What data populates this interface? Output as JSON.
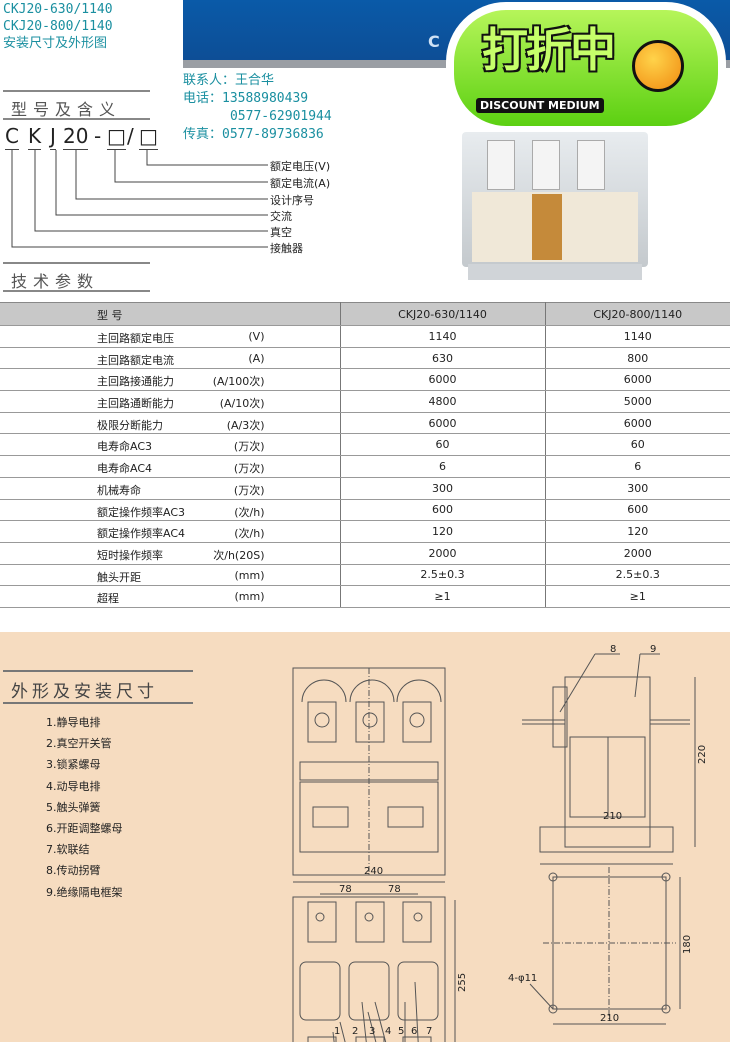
{
  "header": {
    "lines": [
      "CKJ20-630/1140",
      "CKJ20-800/1140",
      "安装尺寸及外形图"
    ],
    "banner_text": "C"
  },
  "logo": {
    "text": "打折中",
    "subtitle": "DISCOUNT MEDIUM",
    "colors": {
      "green": "#7ee622",
      "orange": "#f08a10"
    }
  },
  "contact": {
    "person": "联系人：王合华",
    "phone": "电话：13588980439",
    "phone2": "      0577-62901944",
    "fax": "传真：0577-89736836"
  },
  "model_section": {
    "title": "型号及含义",
    "code": [
      "C",
      "K",
      "J",
      "20",
      "-",
      "□",
      "/",
      "□"
    ],
    "meanings": [
      "额定电压(V)",
      "额定电流(A)",
      "设计序号",
      "交流",
      "真空",
      "接触器"
    ]
  },
  "tech_section": {
    "title": "技术参数"
  },
  "table": {
    "headers": [
      "型 号",
      "CKJ20-630/1140",
      "CKJ20-800/1140"
    ],
    "rows": [
      {
        "label": "主回路额定电压",
        "unit": "(V)",
        "v1": "1140",
        "v2": "1140"
      },
      {
        "label": "主回路额定电流",
        "unit": "(A)",
        "v1": "630",
        "v2": "800"
      },
      {
        "label": "主回路接通能力",
        "unit": "(A/100次)",
        "v1": "6000",
        "v2": "6000"
      },
      {
        "label": "主回路通断能力",
        "unit": "(A/10次)",
        "v1": "4800",
        "v2": "5000"
      },
      {
        "label": "极限分断能力",
        "unit": "(A/3次)",
        "v1": "6000",
        "v2": "6000"
      },
      {
        "label": "电寿命AC3",
        "unit": "(万次)",
        "v1": "60",
        "v2": "60"
      },
      {
        "label": "电寿命AC4",
        "unit": "(万次)",
        "v1": "6",
        "v2": "6"
      },
      {
        "label": "机械寿命",
        "unit": "(万次)",
        "v1": "300",
        "v2": "300"
      },
      {
        "label": "额定操作频率AC3",
        "unit": "(次/h)",
        "v1": "600",
        "v2": "600"
      },
      {
        "label": "额定操作频率AC4",
        "unit": "(次/h)",
        "v1": "120",
        "v2": "120"
      },
      {
        "label": "短时操作频率",
        "unit": "次/h(20S)",
        "v1": "2000",
        "v2": "2000"
      },
      {
        "label": "触头开距",
        "unit": "(mm)",
        "v1": "2.5±0.3",
        "v2": "2.5±0.3"
      },
      {
        "label": "超程",
        "unit": "(mm)",
        "v1": "≥1",
        "v2": "≥1"
      }
    ]
  },
  "dimensions": {
    "title": "外形及安装尺寸",
    "parts": [
      "1.静导电排",
      "2.真空开关管",
      "3.锁紧螺母",
      "4.动导电排",
      "5.触头弹簧",
      "6.开距调整螺母",
      "7.软联结",
      "8.传动拐臂",
      "9.绝缘隔电框架"
    ],
    "labels": {
      "d210a": "210",
      "d220": "220",
      "d240": "240",
      "d78a": "78",
      "d78b": "78",
      "d255": "255",
      "d180": "180",
      "d210b": "210",
      "hole": "4-φ11",
      "p8": "8",
      "p9": "9",
      "callouts": [
        "1",
        "2",
        "3",
        "4",
        "5",
        "6",
        "7"
      ]
    }
  }
}
